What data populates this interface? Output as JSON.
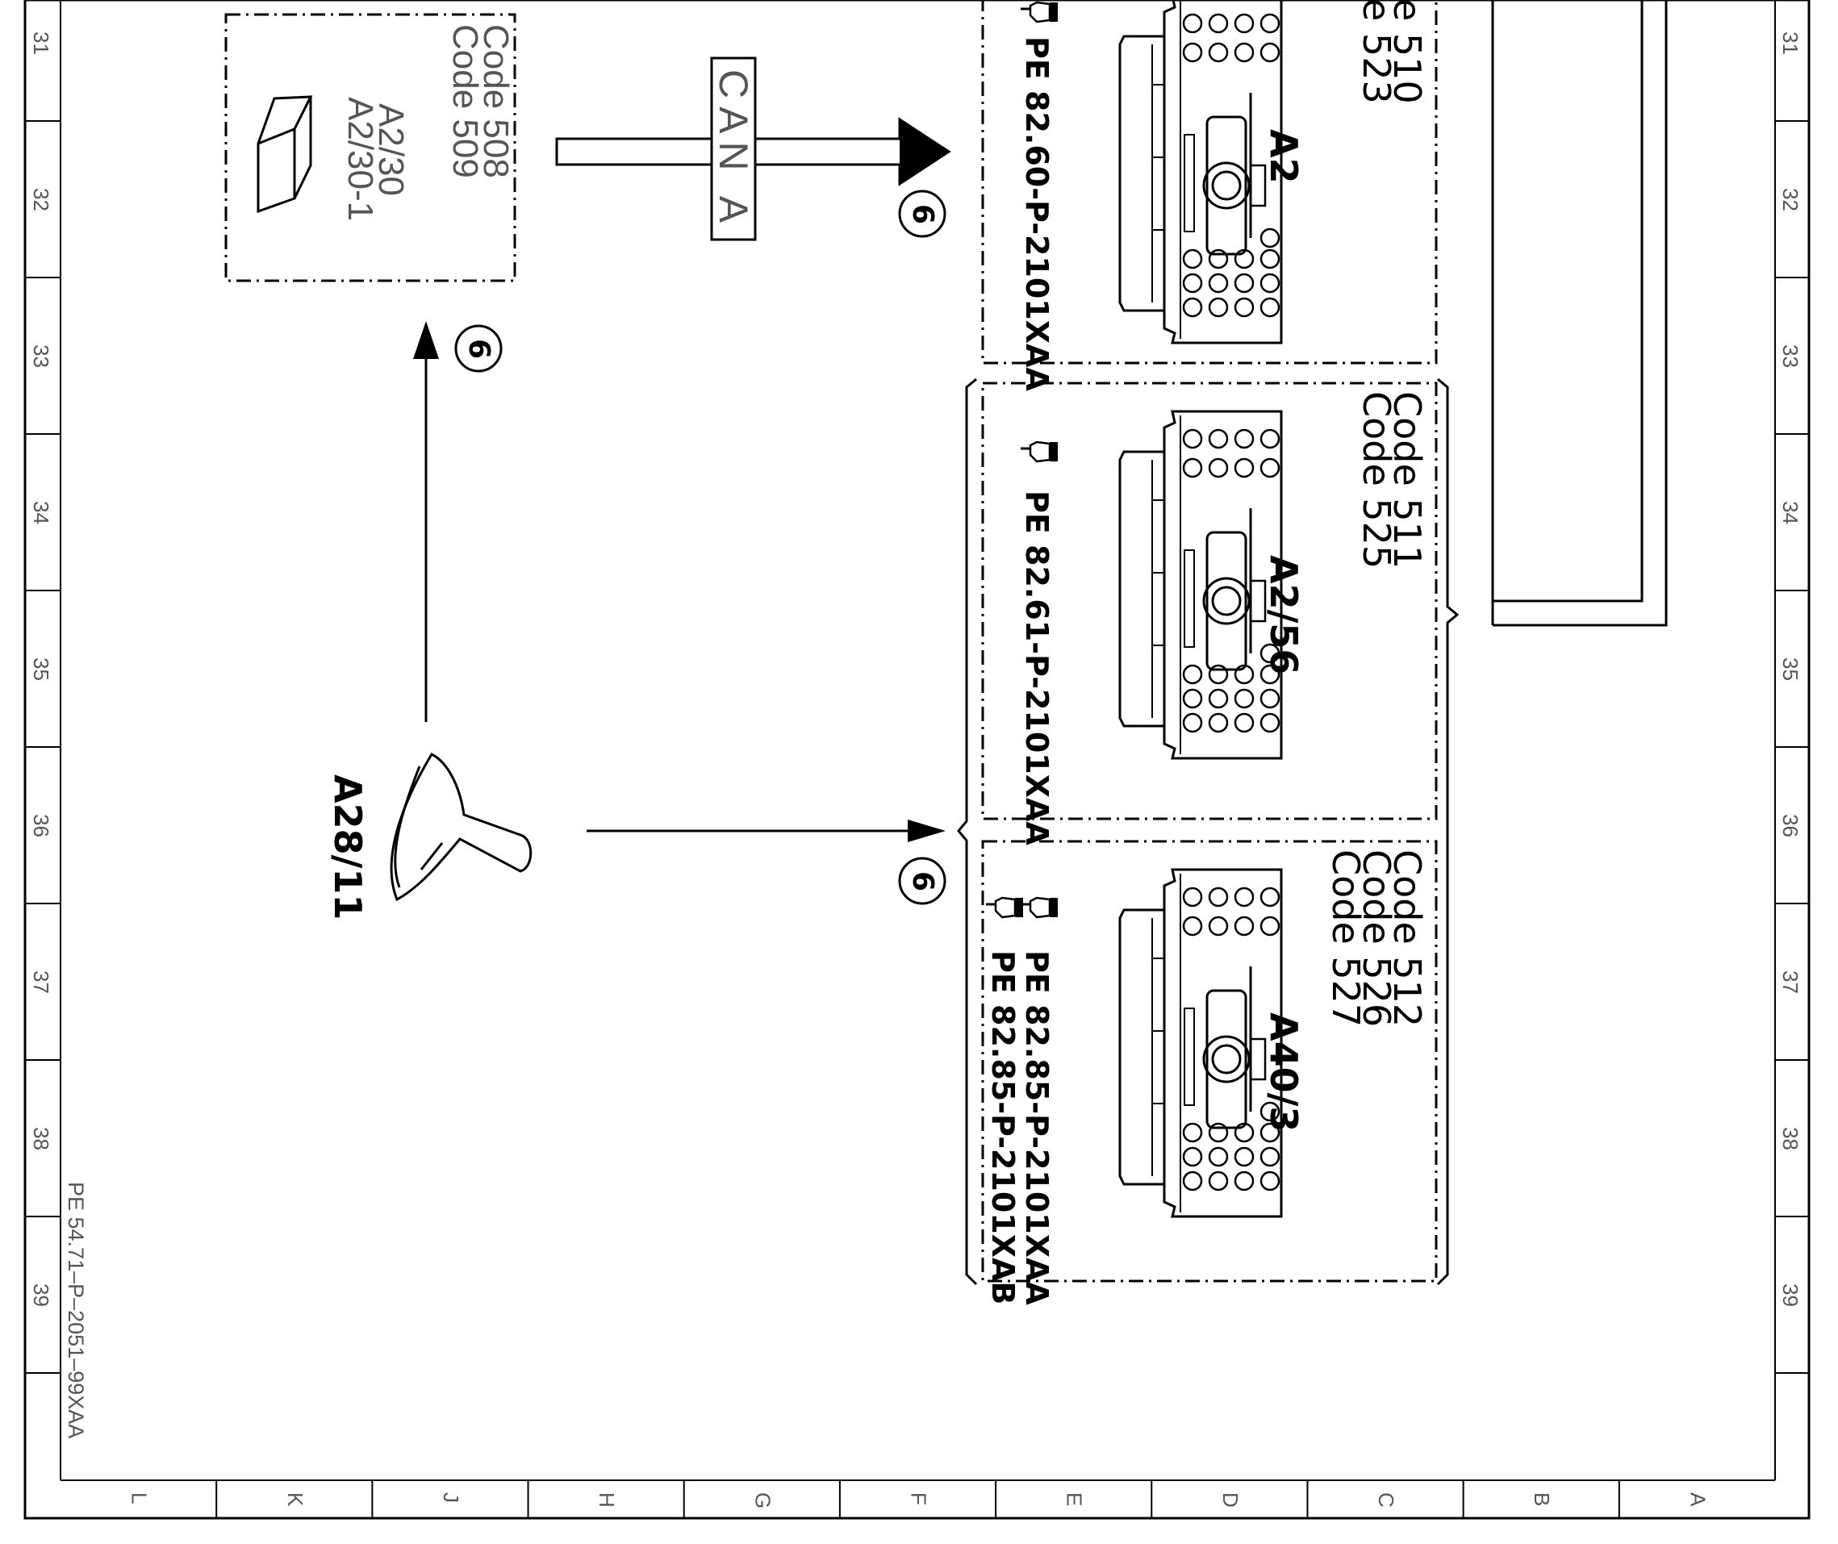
{
  "drawing": {
    "reference": "PE 54.71–P–2051–99XAA",
    "row_numbers": [
      "31",
      "32",
      "33",
      "34",
      "35",
      "36",
      "37",
      "38",
      "39"
    ],
    "column_letters": [
      "L",
      "K",
      "J",
      "H",
      "G",
      "F",
      "E",
      "D",
      "C",
      "B",
      "A"
    ]
  },
  "modules": {
    "a2_30": {
      "codes": [
        "Code 508",
        "Code 509"
      ],
      "names": [
        "A2/30",
        "A2/30-1"
      ]
    },
    "a2": {
      "label": "A2",
      "codes_partial": [
        "e 510",
        "e 523"
      ],
      "pe_refs": [
        "PE 82.60-P-2101XAA"
      ]
    },
    "a2_56": {
      "label": "A2/56",
      "codes": [
        "Code 511",
        "Code 525"
      ],
      "pe_refs": [
        "PE 82.61-P-2101XAA"
      ]
    },
    "a40_3": {
      "label": "A40/3",
      "codes": [
        "Code 512",
        "Code 526",
        "Code 527"
      ],
      "pe_refs": [
        "PE 82.85-P-2101XAA",
        "PE 82.85-P-2101XAB"
      ]
    },
    "a28_11": {
      "label": "A28/11"
    }
  },
  "connections": {
    "can_label": "CAN A",
    "signal_number": "6"
  },
  "icons": {
    "pointing_hand": "pointing-hand-icon",
    "control_unit": "control-unit-icon",
    "radio_unit": "radio-unit-icon",
    "antenna": "antenna-icon"
  }
}
